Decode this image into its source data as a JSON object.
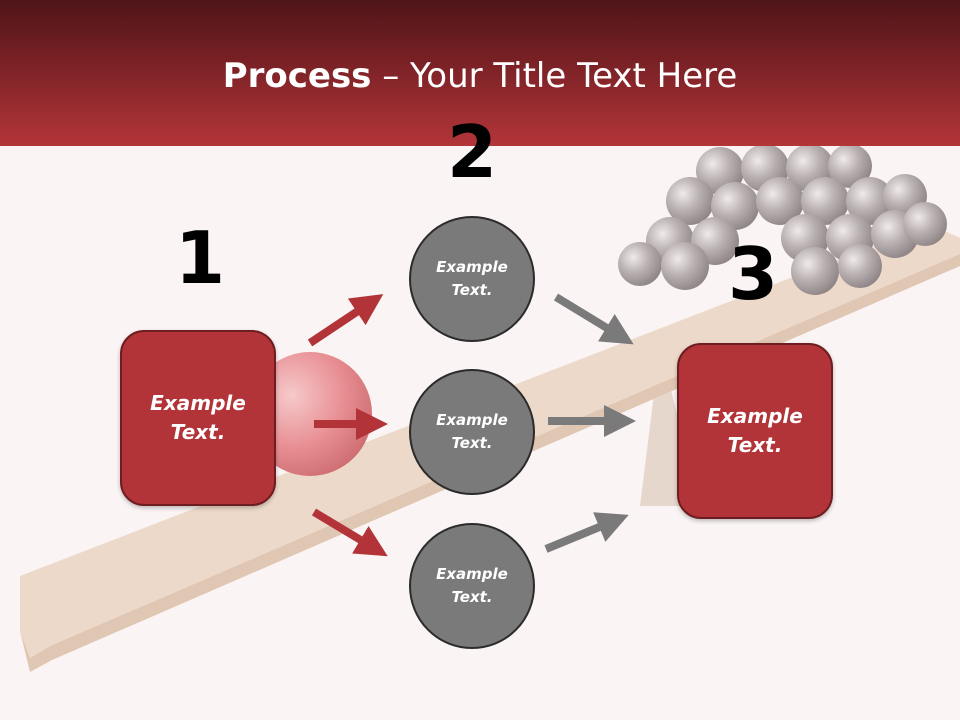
{
  "slide": {
    "title_bold": "Process",
    "title_rest": " – Your Title Text Here"
  },
  "steps": {
    "one": "1",
    "two": "2",
    "three": "3"
  },
  "boxes": {
    "left": "Example Text.",
    "right": "Example Text."
  },
  "circles": [
    {
      "label": "Example Text."
    },
    {
      "label": "Example Text."
    },
    {
      "label": "Example Text."
    }
  ],
  "colors": {
    "header_dark": "#4e1518",
    "header_light": "#b33539",
    "box_fill": "#b23338",
    "circle_fill": "#7a7a7a",
    "red_arrow": "#b23338",
    "gray_arrow": "#7a7a7a"
  }
}
